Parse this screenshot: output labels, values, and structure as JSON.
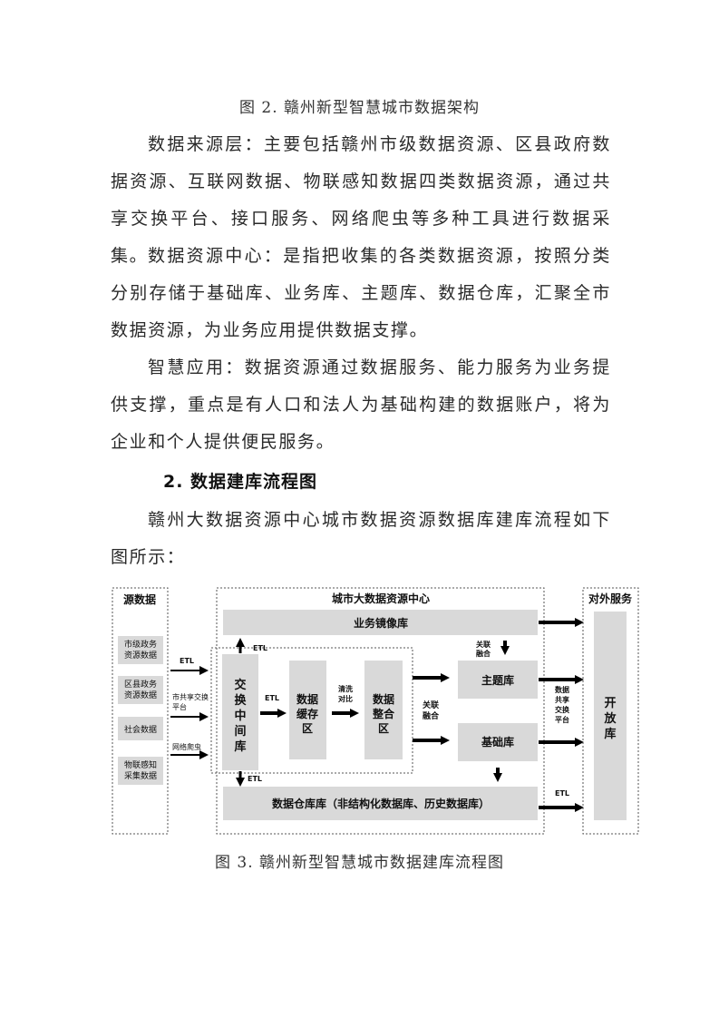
{
  "caption_top": "图 2. 赣州新型智慧城市数据架构",
  "paragraphs": [
    "数据来源层：主要包括赣州市级数据资源、区县政府数据资源、互联网数据、物联感知数据四类数据资源，通过共享交换平台、接口服务、网络爬虫等多种工具进行数据采集。",
    "数据资源中心：是指把收集的各类数据资源，按照分类分别存储于基础库、业务库、主题库、数据仓库，汇聚全市数据资源，为业务应用提供数据支撑。",
    "智慧应用：数据资源通过数据服务、能力服务为业务提供支撑，重点是有人口和法人为基础构建的数据账户，将为企业和个人提供便民服务。"
  ],
  "section_heading": "2. 数据建库流程图",
  "intro_paragraph": "赣州大数据资源中心城市数据资源数据库建库流程如下图所示：",
  "diagram": {
    "source_title": "源数据",
    "sources": [
      [
        "市级政务",
        "资源数据"
      ],
      [
        "区县政务",
        "资源数据"
      ],
      [
        "社会数据"
      ],
      [
        "物联感知",
        "采集数据"
      ]
    ],
    "input_labels": [
      "ETL",
      "市共享交换",
      "平台",
      "网络爬虫"
    ],
    "center_title": "城市大数据资源中心",
    "mirror_db": "业务镜像库",
    "etl_up": "ETL",
    "etl_down": "ETL",
    "etl_mid": "ETL",
    "exchange": [
      "交",
      "换",
      "中",
      "间",
      "库"
    ],
    "buffer": [
      "数据",
      "缓存",
      "区"
    ],
    "clean": [
      "清洗",
      "对比"
    ],
    "integrate": [
      "数据",
      "整合",
      "区"
    ],
    "fusion_mid": [
      "关联",
      "融合"
    ],
    "fusion_top": [
      "关联",
      "融合"
    ],
    "topic_db": "主题库",
    "base_db": "基础库",
    "warehouse": "数据仓库库（非结构化数据库、历史数据库）",
    "share_label": [
      "数据",
      "共享",
      "交换",
      "平台"
    ],
    "etl_out": "ETL",
    "service_title": "对外服务",
    "open_db": [
      "开",
      "放",
      "库"
    ]
  },
  "caption_bottom": "图 3. 赣州新型智慧城市数据建库流程图",
  "colors": {
    "box": "#d9d9d9",
    "arrow": "#000000",
    "dash": "#555555"
  }
}
